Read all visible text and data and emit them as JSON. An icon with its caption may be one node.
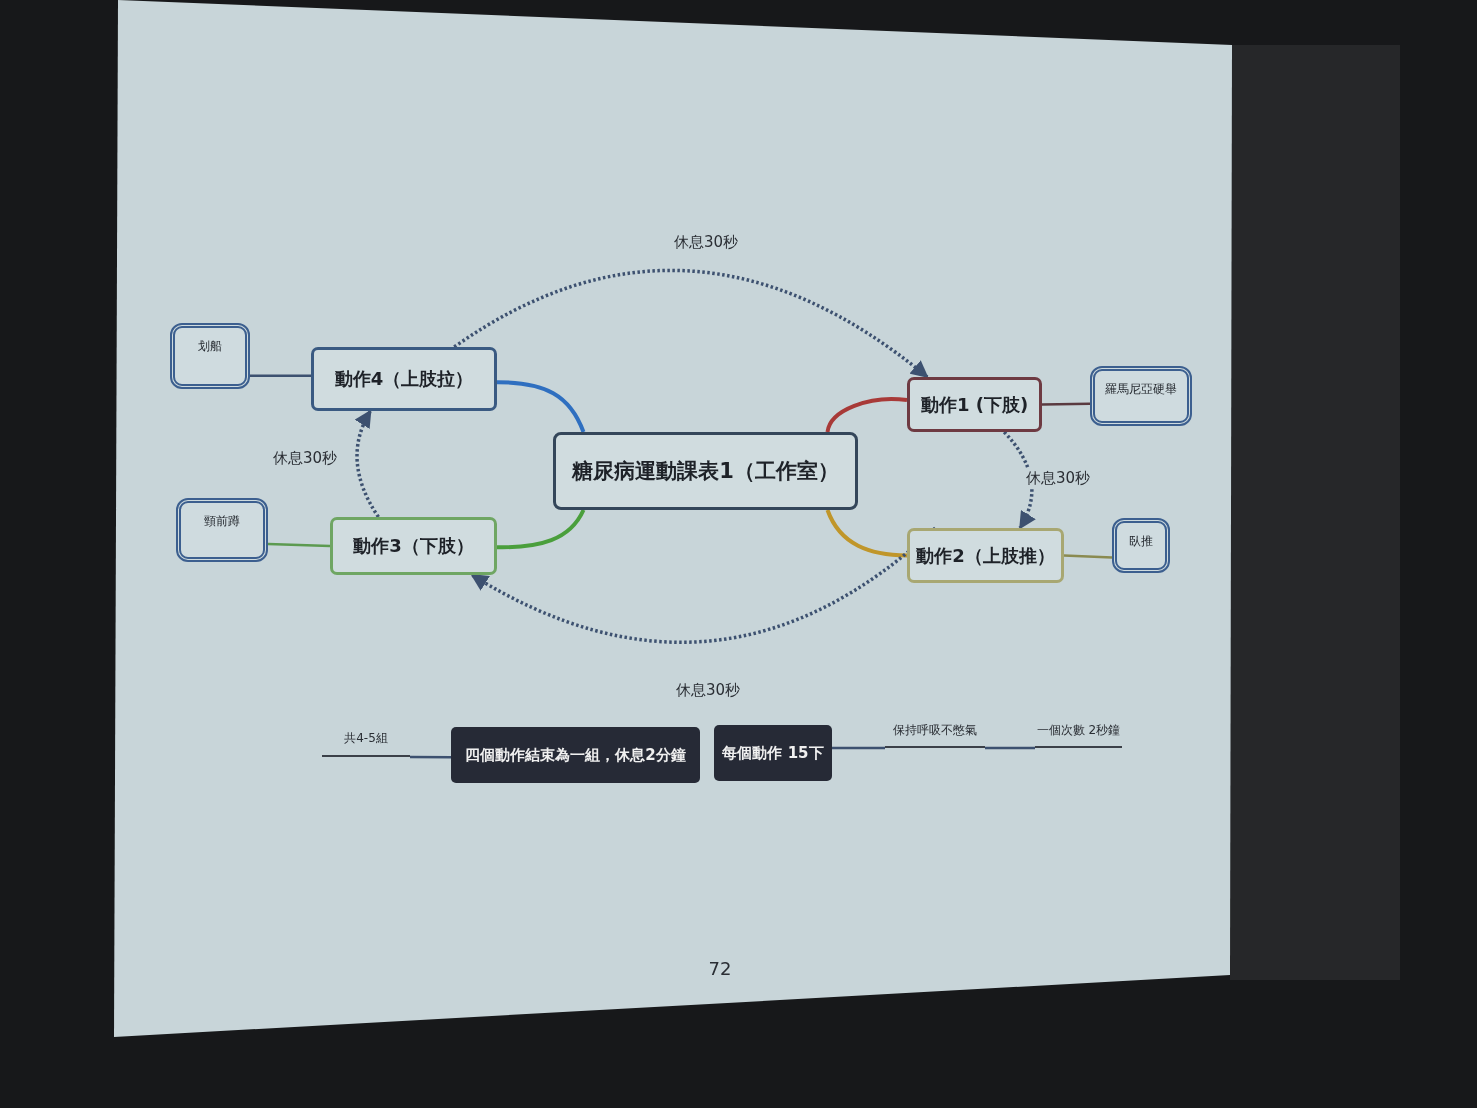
{
  "diagram": {
    "nodes": [
      {
        "text": [
          "糖尿病運動課表1（工作室）"
        ]
      },
      {
        "text": [
          "動作1 (下肢)"
        ]
      },
      {
        "text": [
          "羅馬尼亞硬舉"
        ]
      },
      {
        "text": [
          "動作2（上肢推）"
        ]
      },
      {
        "text": [
          "臥推"
        ]
      },
      {
        "text": [
          "動作3（下肢）"
        ]
      },
      {
        "text": [
          "頸前蹲"
        ]
      },
      {
        "text": [
          "動作4（上肢拉）"
        ]
      },
      {
        "text": [
          "划船"
        ]
      },
      {
        "text": [
          "共4-5組"
        ]
      },
      {
        "text": [
          "四個動作結束為一組，休息2分鐘"
        ]
      },
      {
        "text": [
          "每個動作 15下"
        ]
      },
      {
        "text": [
          "保持呼吸不憋氣"
        ]
      },
      {
        "text": [
          "一個次數 2秒鐘"
        ]
      }
    ],
    "edges": [
      {
        "from": 0,
        "to": 1,
        "arrow": "none",
        "color": "#a83a38"
      },
      {
        "from": 0,
        "to": 3,
        "arrow": "none",
        "color": "#c0962a"
      },
      {
        "from": 0,
        "to": 5,
        "arrow": "none",
        "color": "#4a9f3c"
      },
      {
        "from": 0,
        "to": 7,
        "arrow": "none",
        "color": "#2f6fc0"
      },
      {
        "from": 1,
        "to": 2,
        "arrow": "none",
        "color": "#5a3a40"
      },
      {
        "from": 3,
        "to": 4,
        "arrow": "none",
        "color": "#8a8a50"
      },
      {
        "from": 5,
        "to": 6,
        "arrow": "none",
        "color": "#5c9a50"
      },
      {
        "from": 7,
        "to": 8,
        "arrow": "none"
      },
      {
        "from": 7,
        "to": 1,
        "arrow": "to",
        "style": "dashed",
        "label": "休息30秒"
      },
      {
        "from": 1,
        "to": 3,
        "arrow": "to",
        "style": "dashed",
        "label": "休息30秒"
      },
      {
        "from": 3,
        "to": 5,
        "arrow": "to",
        "style": "dashed",
        "label": "休息30秒"
      },
      {
        "from": 5,
        "to": 7,
        "arrow": "to",
        "style": "dashed",
        "label": "休息30秒"
      },
      {
        "from": 10,
        "to": 9,
        "arrow": "none"
      },
      {
        "from": 11,
        "to": 12,
        "arrow": "none"
      },
      {
        "from": 12,
        "to": 13,
        "arrow": "none"
      }
    ],
    "labels": [
      "72"
    ]
  }
}
